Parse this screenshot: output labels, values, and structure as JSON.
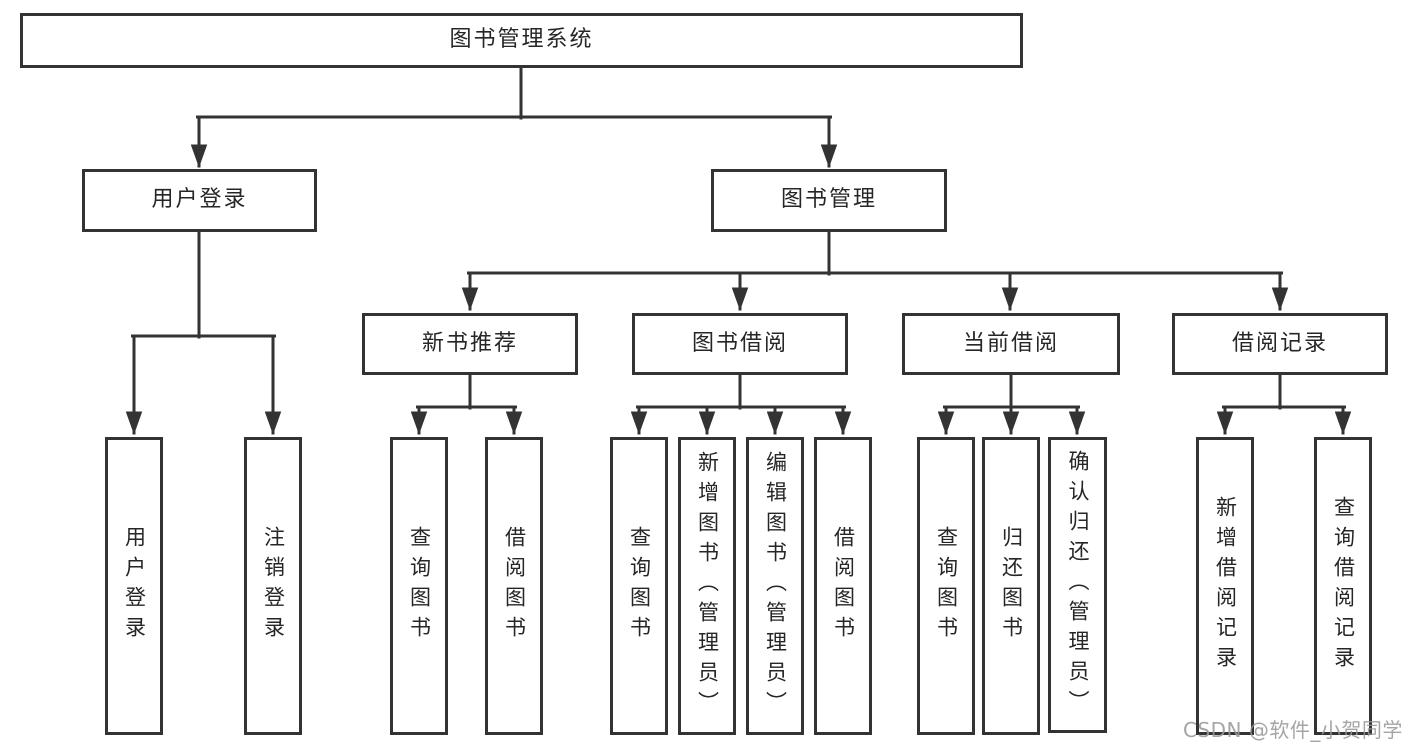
{
  "diagram": {
    "colors": {
      "line": "#333333",
      "box_border": "#333333",
      "box_background": "#ffffff",
      "text": "#262626",
      "watermark": "#989898"
    },
    "nodes": {
      "root": "图书管理系统",
      "user_login": "用户登录",
      "book_management": "图书管理",
      "user_login_leaf": "用户登录",
      "logout_leaf": "注销登录",
      "new_book_recommend": "新书推荐",
      "book_borrowing": "图书借阅",
      "current_borrowing": "当前借阅",
      "borrowing_records": "借阅记录",
      "nbr_query_books": "查询图书",
      "nbr_borrow_books": "借阅图书",
      "bb_query_books": "查询图书",
      "bb_add_books_admin": "新增图书（管理员）",
      "bb_edit_books_admin": "编辑图书（管理员）",
      "bb_borrow_books": "借阅图书",
      "cb_query_books": "查询图书",
      "cb_return_books": "归还图书",
      "cb_confirm_return_admin": "确认归还（管理员）",
      "br_add_record": "新增借阅记录",
      "br_query_record": "查询借阅记录"
    }
  },
  "watermark": {
    "text": "CSDN @软件_小贺同学"
  }
}
